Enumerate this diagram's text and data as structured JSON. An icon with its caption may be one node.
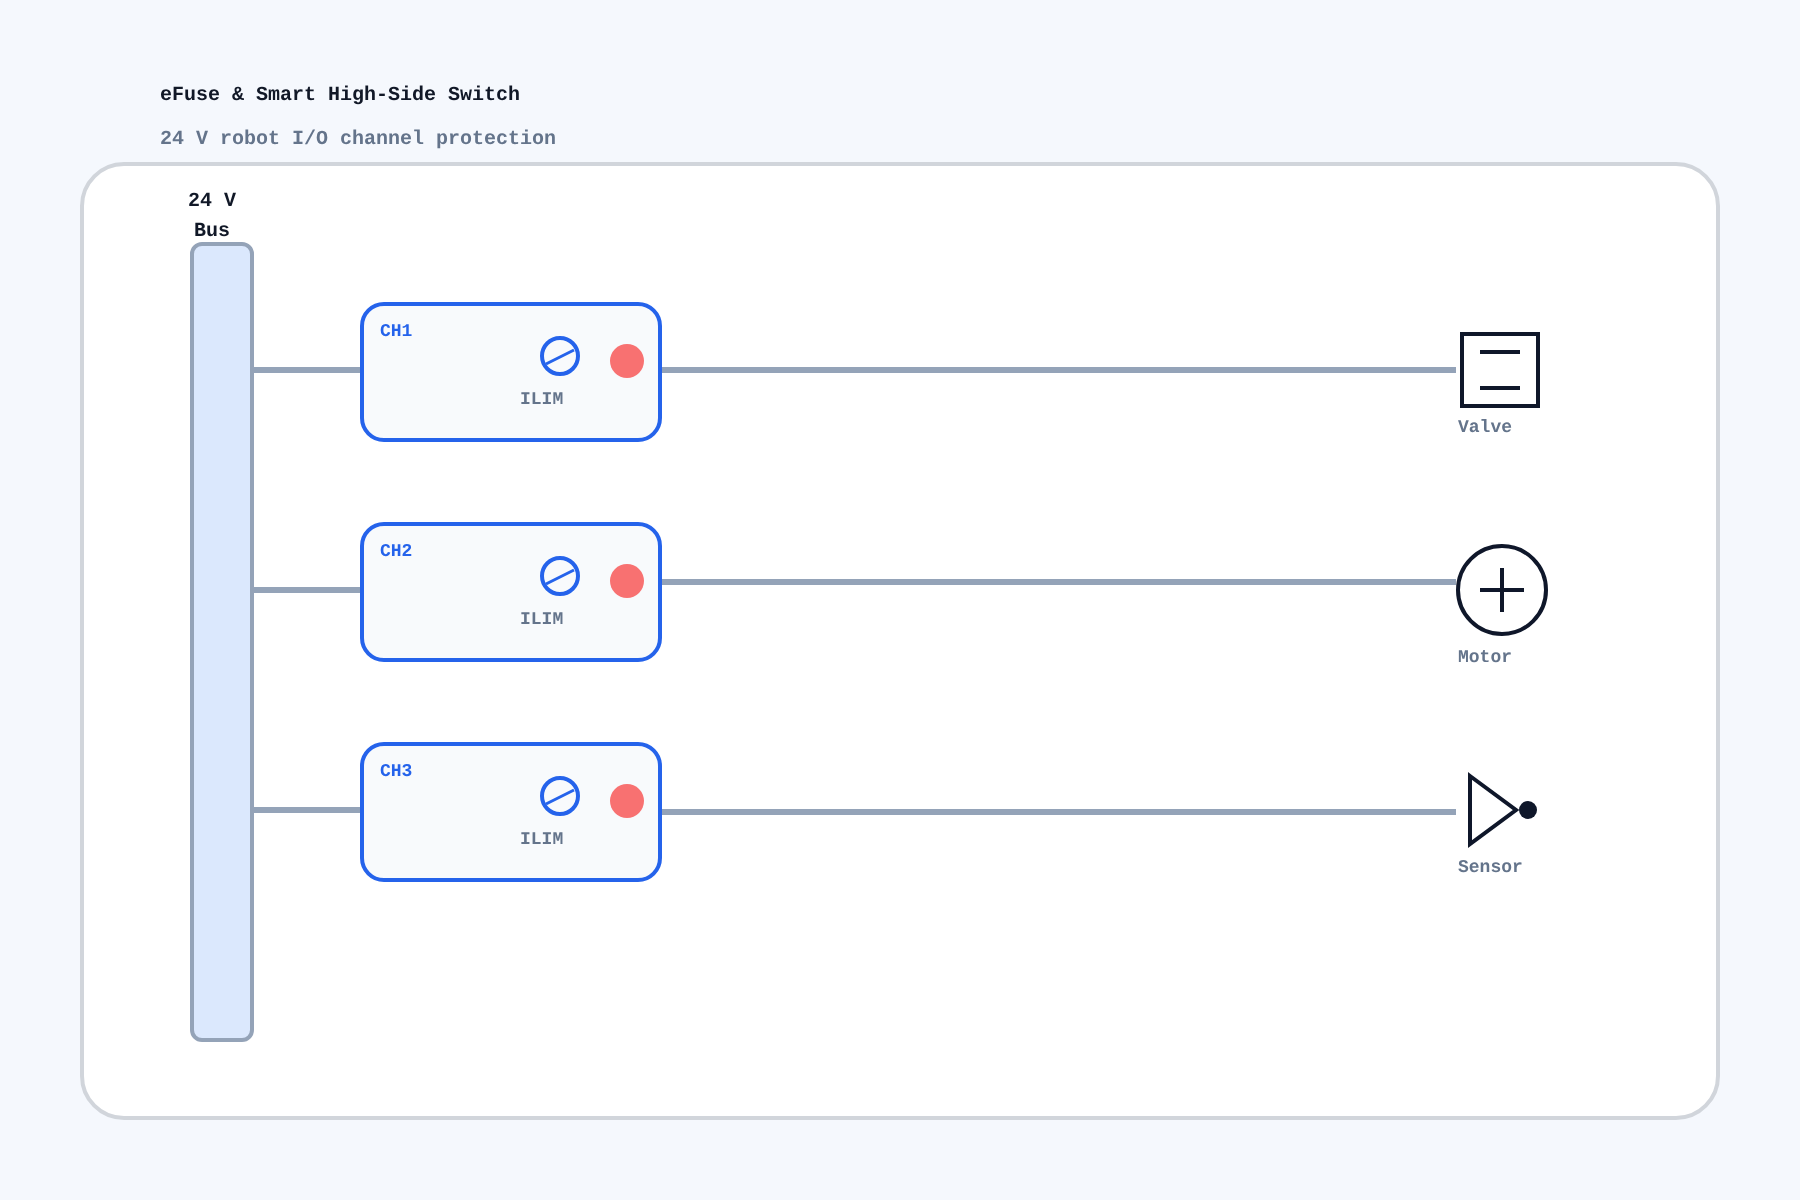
{
  "diagram": {
    "title": "eFuse & Smart High-Side Switch",
    "nodes": [
      {
        "text": [
          "24 V Bus"
        ]
      },
      {
        "text": [
          "CH1",
          "ILIM"
        ]
      },
      {
        "text": [
          "CH2",
          "ILIM"
        ]
      },
      {
        "text": [
          "CH3",
          "ILIM"
        ]
      },
      {
        "text": [
          "Valve"
        ]
      },
      {
        "text": [
          "Motor"
        ]
      },
      {
        "text": [
          "Sensor"
        ]
      }
    ],
    "edges": [
      {
        "from": 0,
        "to": 1,
        "arrow": "none"
      },
      {
        "from": 0,
        "to": 2,
        "arrow": "none"
      },
      {
        "from": 0,
        "to": 3,
        "arrow": "none"
      },
      {
        "from": 1,
        "to": 4,
        "arrow": "none"
      },
      {
        "from": 2,
        "to": 5,
        "arrow": "none"
      },
      {
        "from": 3,
        "to": 6,
        "arrow": "none"
      }
    ],
    "labels": [
      "24 V robot I/O channel protection"
    ]
  }
}
